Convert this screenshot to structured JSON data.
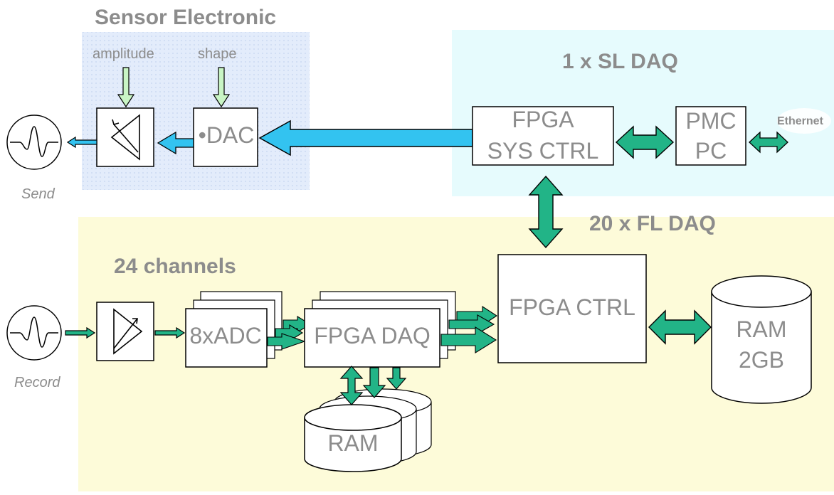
{
  "sensor": {
    "title": "Sensor Electronic",
    "amplitude_label": "amplitude",
    "shape_label": "shape",
    "dac_label": "•DAC"
  },
  "sl_daq": {
    "title": "1 x SL DAQ",
    "fpga_line1": "FPGA",
    "fpga_line2": "SYS CTRL",
    "pmc_line1": "PMC",
    "pmc_line2": "PC",
    "ethernet_label": "Ethernet"
  },
  "fl_daq": {
    "title": "20 x FL DAQ",
    "channels_label": "24 channels",
    "adc_label": "8xADC",
    "fpga_daq_label": "FPGA DAQ",
    "fpga_ctrl_label": "FPGA CTRL",
    "ram_label": "RAM",
    "ram2_line1": "RAM",
    "ram2_line2": "2GB"
  },
  "send_label": "Send",
  "record_label": "Record",
  "colors": {
    "sensor_bg": "#e3ecfb",
    "sl_bg": "#e6fbfd",
    "fl_bg": "#fdfbd9",
    "blue_arrow": "#33c3f0",
    "green_arrow": "#22b487",
    "light_green_arrow": "#c9f5c5",
    "label_gray": "#8c8c8c"
  }
}
